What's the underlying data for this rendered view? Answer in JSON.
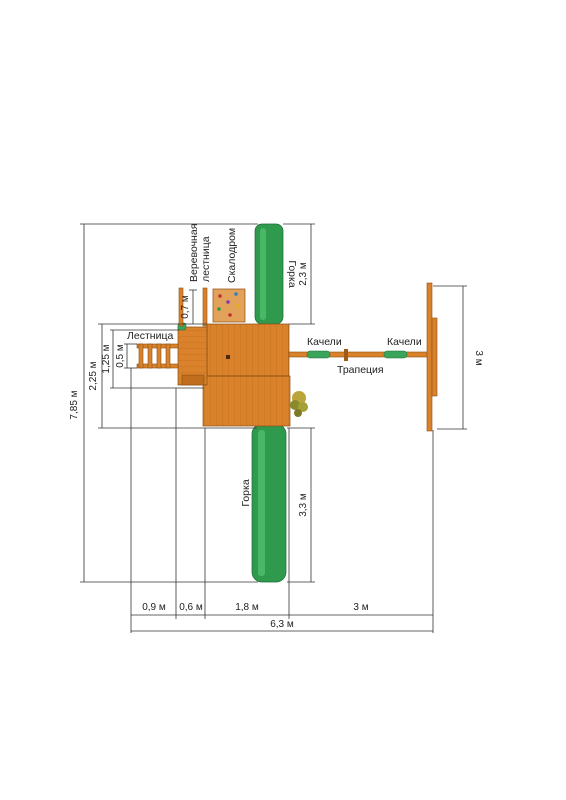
{
  "dimensions": {
    "total_length": "7,85 м",
    "side_2_25": "2,25 м",
    "side_1_25": "1,25 м",
    "side_0_5": "0,5 м",
    "rope_0_7": "0,7 м",
    "slide_top_2_3": "2,3 м",
    "slide_bottom_3_3": "3,3 м",
    "swing_3": "3 м",
    "bottom_0_9": "0,9 м",
    "bottom_0_6": "0,6 м",
    "bottom_1_8": "1,8 м",
    "bottom_3": "3 м",
    "total_width": "6,3 м"
  },
  "labels": {
    "ladder": "Лестница",
    "rope_ladder_line1": "Веревочная",
    "rope_ladder_line2": "лестница",
    "climbing_wall": "Скалодром",
    "slide_top": "Горка",
    "slide_bottom": "Горка",
    "swing_left": "Качели",
    "swing_right": "Качели",
    "trapeze": "Трапеция"
  },
  "colors": {
    "wood": "#d9822b",
    "slide": "#2f9a4e",
    "dimension_line": "#333333"
  }
}
